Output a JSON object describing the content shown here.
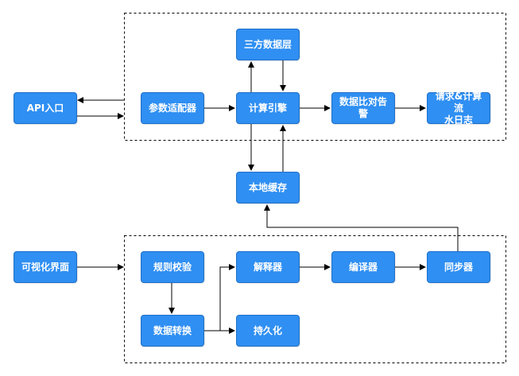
{
  "colors": {
    "node_fill": "#2f8ff2",
    "node_border": "#1f6fc8",
    "edge": "#000000",
    "group_border": "#000000"
  },
  "nodes": {
    "api": "API入口",
    "adapter": "参数适配器",
    "third_party": "三方数据层",
    "engine": "计算引擎",
    "compare": "数据比对告警",
    "log": "请求&计算流\n水日志",
    "cache": "本地缓存",
    "visual": "可视化界面",
    "rule_check": "规则校验",
    "convert": "数据转换",
    "parser": "解释器",
    "persist": "持久化",
    "compiler": "编译器",
    "sync": "同步器"
  }
}
